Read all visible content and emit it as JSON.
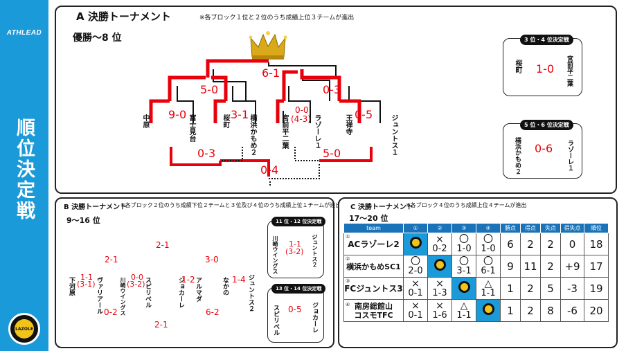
{
  "sidebar": {
    "brand": "ATHLEAD",
    "title": "順位決定戦",
    "logo_text": "LAZOLE"
  },
  "colors": {
    "accent": "#e8000b",
    "sidebar": "#1a9ad9",
    "table_header": "#1a73b8",
    "line": "#111111"
  },
  "a": {
    "title": "A 決勝トーナメント",
    "note": "※各ブロック１位と２位のうち成績上位３チームが進出",
    "subtitle": "優勝〜8 位",
    "teams": [
      "中原",
      "富士見台",
      "桜町",
      "横浜かもめ２",
      "宮前平二葉",
      "ラゾーレ１",
      "王禅寺",
      "ジュントス１"
    ],
    "scores": {
      "final": "6-1",
      "semi_left": "5-0",
      "semi_right": "0-3",
      "qf1": "9-0",
      "qf2": "3-1",
      "qf3": "0-0",
      "qf3_pk": "(4-3)",
      "qf4": "0-5",
      "cons_left": "0-3",
      "cons_right": "5-0",
      "cons_final": "0-4"
    },
    "third": {
      "badge": "3 位・4 位決定戦",
      "left": "桜町",
      "right": "宮前平二葉",
      "score": "1-0"
    },
    "fifth": {
      "badge": "5 位・6 位決定戦",
      "left": "横浜かもめ２",
      "right": "ラゾーレ１",
      "score": "0-6"
    }
  },
  "b": {
    "title": "B 決勝トーナメント",
    "note": "※各ブロック２位のうち成績下位２チームと３位及び４位のうち成績上位１チームが進出",
    "subtitle": "9〜16 位",
    "teams": [
      "下河原",
      "ヴァリアール",
      "川崎ウイングス",
      "スピリベル",
      "ジョカーレ",
      "アルマダ",
      "なかの",
      "ジュントス２"
    ],
    "scores": {
      "final": "2-1",
      "semi_left": "2-1",
      "semi_right": "3-0",
      "qf1": "1-1",
      "qf1_pk": "(3-1)",
      "qf2": "0-0",
      "qf2_pk": "(3-2)",
      "qf3": "1-2",
      "qf4": "1-4",
      "cons_left": "0-2",
      "cons_right": "6-2",
      "cons_final": "2-1"
    },
    "eleventh": {
      "badge": "11 位・12 位決定戦",
      "left": "川崎ウイングス",
      "right": "ジュントス２",
      "score": "1-1",
      "pk": "(3-2)"
    },
    "thirteenth": {
      "badge": "13 位・14 位決定戦",
      "left": "スピリベル",
      "right": "ジョカーレ",
      "score": "0-5"
    }
  },
  "c": {
    "title": "C 決勝トーナメント",
    "note": "※各ブロック４位のうち成績上位４チームが進出",
    "subtitle": "17〜20 位",
    "headers": [
      "team",
      "①",
      "②",
      "③",
      "④",
      "勝点",
      "得点",
      "失点",
      "得失点",
      "順位"
    ],
    "rows": [
      {
        "num": "①",
        "team": "ACラゾーレ2",
        "results": [
          null,
          {
            "m": "×",
            "s": "0-2"
          },
          {
            "m": "〇",
            "s": "1-0"
          },
          {
            "m": "〇",
            "s": "1-0"
          }
        ],
        "pts": "6",
        "gf": "2",
        "ga": "2",
        "gd": "0",
        "rank": "18"
      },
      {
        "num": "②",
        "team": "横浜かもめSC1",
        "results": [
          {
            "m": "〇",
            "s": "2-0"
          },
          null,
          {
            "m": "〇",
            "s": "3-1"
          },
          {
            "m": "〇",
            "s": "6-1"
          }
        ],
        "pts": "9",
        "gf": "11",
        "ga": "2",
        "gd": "+9",
        "rank": "17"
      },
      {
        "num": "③",
        "team": "FCジュントス3",
        "results": [
          {
            "m": "×",
            "s": "0-1"
          },
          {
            "m": "×",
            "s": "1-3"
          },
          null,
          {
            "m": "△",
            "s": "1-1"
          }
        ],
        "pts": "1",
        "gf": "2",
        "ga": "5",
        "gd": "-3",
        "rank": "19"
      },
      {
        "num": "④",
        "team": "南房総館山コスモTFC",
        "team_l1": "南房総館山",
        "team_l2": "コスモTFC",
        "results": [
          {
            "m": "×",
            "s": "0-1"
          },
          {
            "m": "×",
            "s": "1-6"
          },
          {
            "m": "△",
            "s": "1-1"
          },
          null
        ],
        "pts": "1",
        "gf": "2",
        "ga": "8",
        "gd": "-6",
        "rank": "20"
      }
    ]
  }
}
